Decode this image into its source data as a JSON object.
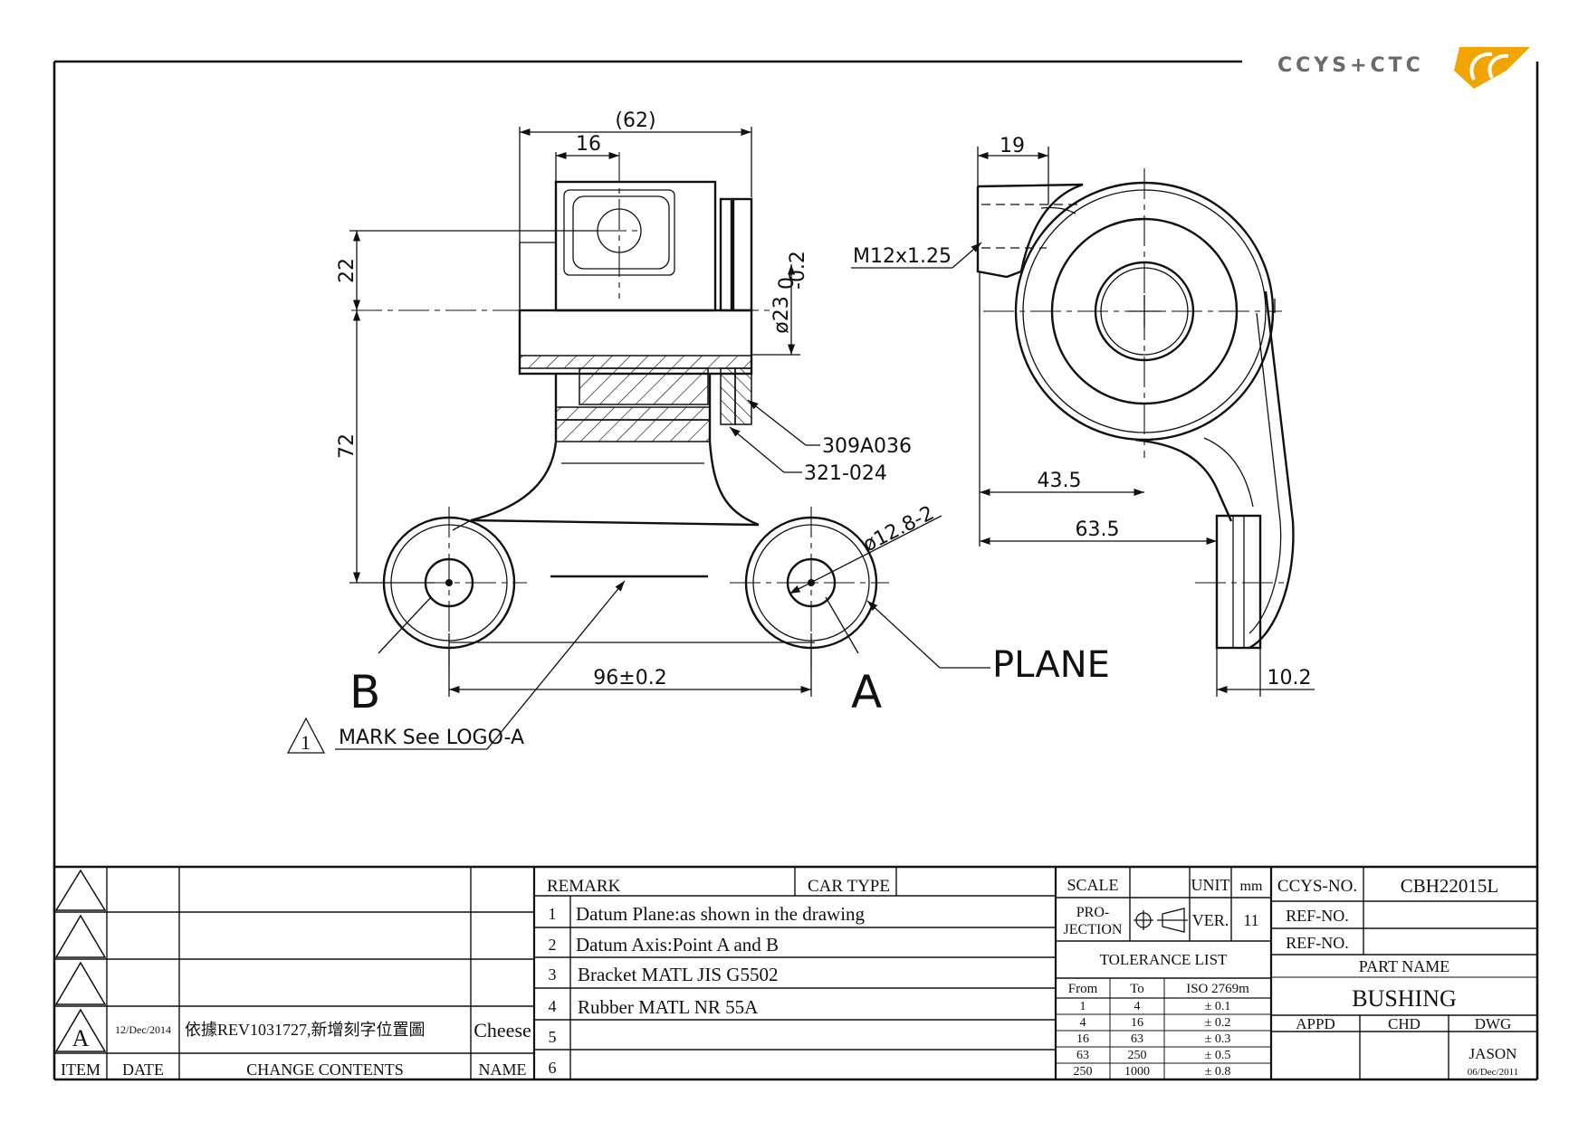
{
  "logo": {
    "text": "CCYS+CTC",
    "accent": "#f2a500"
  },
  "drawing": {
    "dims": {
      "width_62": "(62)",
      "w16": "16",
      "h22": "22",
      "h72": "72",
      "dia23": "ø23",
      "dia23_upper": "0",
      "dia23_lower": "-0.2",
      "hole_dia": "ø12.8-2",
      "span": "96±0.2",
      "d19": "19",
      "thread": "M12x1.25",
      "d435": "43.5",
      "d635": "63.5",
      "d102": "10.2"
    },
    "callouts": {
      "part1": "309A036",
      "part2": "321-024",
      "plane": "PLANE",
      "datum_a": "A",
      "datum_b": "B",
      "logo_note_num": "1",
      "logo_note": "MARK See LOGO-A"
    }
  },
  "revision": {
    "rows": [
      {
        "item": "",
        "date": "",
        "contents": "",
        "name": ""
      },
      {
        "item": "",
        "date": "",
        "contents": "",
        "name": ""
      },
      {
        "item": "",
        "date": "",
        "contents": "",
        "name": ""
      },
      {
        "item": "A",
        "date": "12/Dec/2014",
        "contents": "依據REV1031727,新增刻字位置圖",
        "name": "Cheese"
      }
    ],
    "headers": {
      "item": "ITEM",
      "date": "DATE",
      "contents": "CHANGE CONTENTS",
      "name": "NAME"
    }
  },
  "remarks": {
    "header": "REMARK",
    "car_type_label": "CAR TYPE",
    "car_type_value": "",
    "items": [
      {
        "num": "1",
        "text": "Datum Plane:as shown in the drawing"
      },
      {
        "num": "2",
        "text": "Datum Axis:Point A and B"
      },
      {
        "num": "3",
        "text": "Bracket MATL JIS G5502"
      },
      {
        "num": "4",
        "text": "Rubber MATL NR 55A"
      },
      {
        "num": "5",
        "text": ""
      },
      {
        "num": "6",
        "text": ""
      }
    ]
  },
  "info": {
    "scale_label": "SCALE",
    "scale_value": "",
    "unit_label": "UNIT",
    "unit_value": "mm",
    "projection_label_1": "PRO-",
    "projection_label_2": "JECTION",
    "ver_label": "VER.",
    "ver_value": "11",
    "tolerance_title": "TOLERANCE LIST",
    "tol_headers": {
      "from": "From",
      "to": "To",
      "iso": "ISO 2769m"
    },
    "tolerances": [
      {
        "from": "1",
        "to": "4",
        "tol": "± 0.1"
      },
      {
        "from": "4",
        "to": "16",
        "tol": "± 0.2"
      },
      {
        "from": "16",
        "to": "63",
        "tol": "± 0.3"
      },
      {
        "from": "63",
        "to": "250",
        "tol": "± 0.5"
      },
      {
        "from": "250",
        "to": "1000",
        "tol": "± 0.8"
      }
    ]
  },
  "title_block": {
    "ccys_label": "CCYS-NO.",
    "ccys_value": "CBH22015L",
    "ref1_label": "REF-NO.",
    "ref1_value": "",
    "ref2_label": "REF-NO.",
    "ref2_value": "",
    "part_name_label": "PART NAME",
    "part_name": "BUSHING",
    "appd_label": "APPD",
    "chd_label": "CHD",
    "dwg_label": "DWG",
    "appd_value": "",
    "chd_value": "",
    "dwg_value": "JASON",
    "dwg_date": "06/Dec/2011"
  }
}
